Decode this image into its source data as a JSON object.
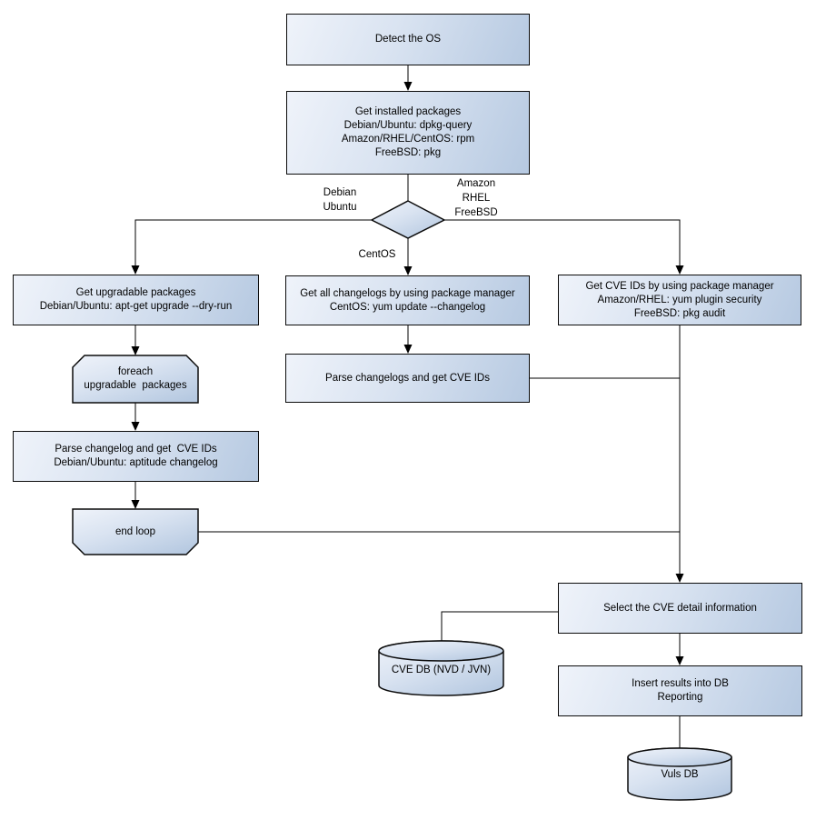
{
  "nodes": {
    "detect_os": {
      "label": "Detect the OS"
    },
    "get_installed_packages": {
      "label": "Get installed packages\nDebian/Ubuntu: dpkg-query\nAmazon/RHEL/CentOS: rpm\nFreeBSD: pkg"
    },
    "get_upgradable_packages": {
      "label": "Get upgradable packages\nDebian/Ubuntu: apt-get upgrade --dry-run"
    },
    "foreach_loop": {
      "label": "foreach\nupgradable  packages"
    },
    "parse_changelog": {
      "label": "Parse changelog and get  CVE IDs\nDebian/Ubuntu: aptitude changelog"
    },
    "end_loop": {
      "label": "end loop"
    },
    "get_all_changelogs": {
      "label": "Get all changelogs by using package manager\nCentOS: yum update --changelog"
    },
    "parse_changelogs": {
      "label": "Parse changelogs and get CVE IDs"
    },
    "get_cve_ids": {
      "label": "Get CVE IDs by using package manager\nAmazon/RHEL: yum plugin security\nFreeBSD: pkg audit"
    },
    "select_cve_detail": {
      "label": "Select the CVE detail information"
    },
    "cve_db": {
      "label": "CVE DB (NVD / JVN)"
    },
    "insert_results": {
      "label": "Insert results into DB\nReporting"
    },
    "vuls_db": {
      "label": "Vuls DB"
    }
  },
  "branch_labels": {
    "debian_ubuntu": "Debian\nUbuntu",
    "amazon_rhel_freebsd": "Amazon\nRHEL\nFreeBSD",
    "centos": "CentOS"
  },
  "colors": {
    "node_fill_light": "#eff3fa",
    "node_fill_dark": "#b6c9e1",
    "node_border": "#0b0b0b",
    "connector": "#000000",
    "text": "#000000",
    "background": "#ffffff"
  }
}
